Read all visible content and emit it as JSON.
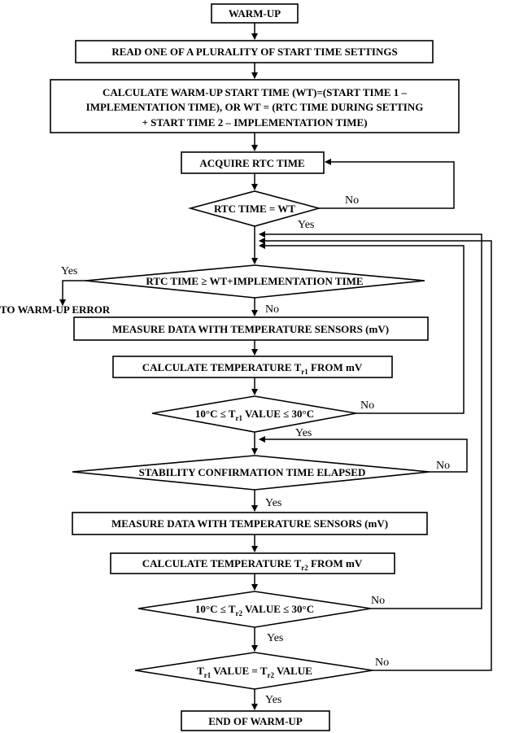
{
  "flowchart": {
    "nodes": {
      "warmup": "WARM-UP",
      "read_settings": "READ ONE OF A PLURALITY OF START TIME SETTINGS",
      "calc_line1": "CALCULATE WARM-UP START TIME (WT)=(START TIME 1 –",
      "calc_line2": "IMPLEMENTATION TIME), OR WT = (RTC TIME DURING SETTING",
      "calc_line3": "+ START TIME 2 – IMPLEMENTATION TIME)",
      "acquire_rtc": "ACQUIRE RTC TIME",
      "rtc_equals_wt": "RTC TIME = WT",
      "rtc_ge": "RTC TIME ≥ WT+IMPLEMENTATION TIME",
      "warmup_error": "TO WARM-UP ERROR",
      "measure1": "MEASURE DATA WITH TEMPERATURE SENSORS (mV)",
      "calc_t1_pre": "CALCULATE TEMPERATURE T",
      "calc_t1_sub": "r1",
      "calc_t1_post": " FROM mV",
      "range1_pre": "10°C ≤ T",
      "range1_sub": "r1",
      "range1_post": " VALUE ≤ 30°C",
      "stability": "STABILITY CONFIRMATION TIME ELAPSED",
      "measure2": "MEASURE DATA WITH TEMPERATURE SENSORS (mV)",
      "calc_t2_pre": "CALCULATE TEMPERATURE T",
      "calc_t2_sub": "r2",
      "calc_t2_post": " FROM mV",
      "range2_pre": "10°C ≤ T",
      "range2_sub": "r2",
      "range2_post": " VALUE ≤ 30°C",
      "equal_a": "T",
      "equal_a_sub": "r1",
      "equal_mid": " VALUE = T",
      "equal_b_sub": "r2",
      "equal_post": " VALUE",
      "end": "END OF WARM-UP"
    },
    "branch_labels": {
      "no_rtc_wt": "No",
      "yes_rtc_wt": "Yes",
      "yes_rtc_ge": "Yes",
      "no_rtc_ge": "No",
      "no_range1": "No",
      "yes_range1": "Yes",
      "no_stability": "No",
      "yes_stability": "Yes",
      "no_range2": "No",
      "yes_range2": "Yes",
      "no_equal": "No",
      "yes_equal": "Yes"
    }
  }
}
